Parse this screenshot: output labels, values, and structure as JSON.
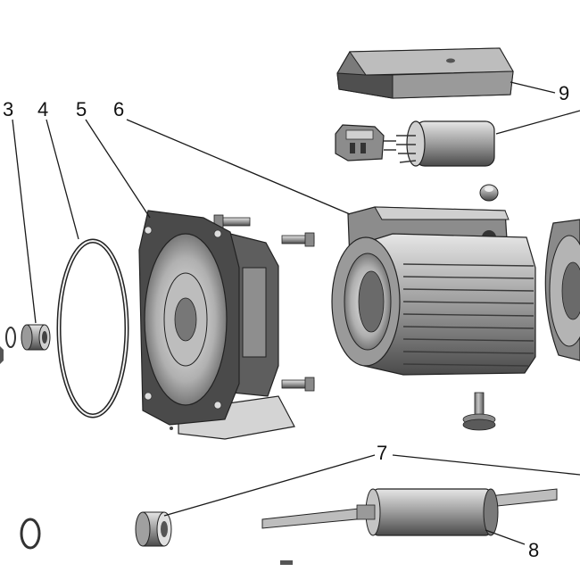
{
  "diagram": {
    "callouts": {
      "c3": "3",
      "c4": "4",
      "c5": "5",
      "c6": "6",
      "c7": "7",
      "c8": "8",
      "c9": "9"
    },
    "colors": {
      "line": "#1a1a1a",
      "part_light": "#d9d9d9",
      "part_mid": "#a6a6a6",
      "part_dark": "#5a5a5a",
      "part_shadow": "#2e2e2e"
    }
  }
}
